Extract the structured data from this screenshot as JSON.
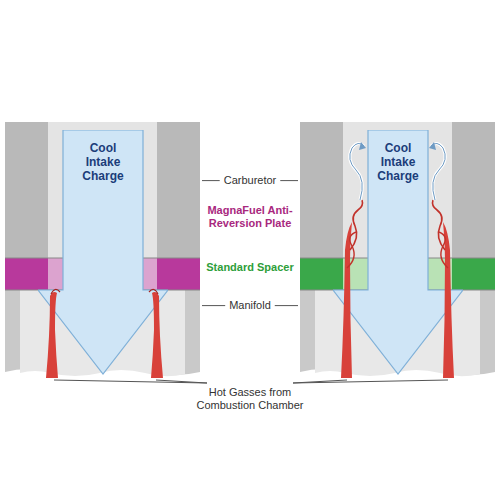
{
  "diagram": {
    "nodes": [
      {
        "text": [
          "Cool Intake Charge"
        ]
      },
      {
        "text": [
          "Cool Intake Charge"
        ]
      }
    ],
    "labels": [
      "Carburetor",
      "MagnaFuel Anti-Reversion Plate",
      "Standard Spacer",
      "Manifold",
      "Hot Gasses from Combustion Chamber"
    ]
  }
}
